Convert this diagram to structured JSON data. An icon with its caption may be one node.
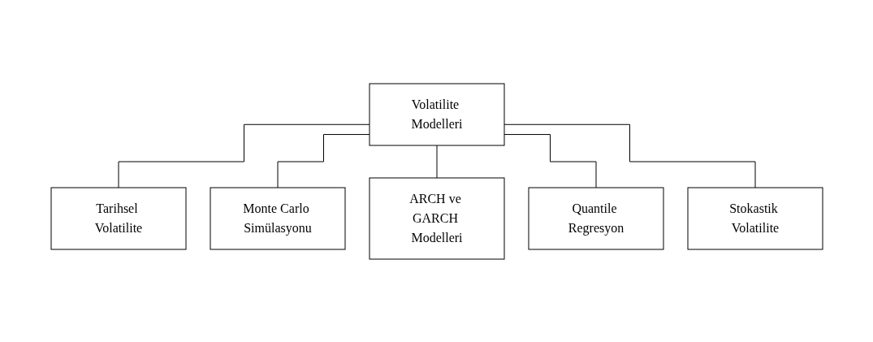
{
  "diagram": {
    "nodes": [
      {
        "text": [
          "Volatilite Modelleri"
        ]
      },
      {
        "text": [
          "Tarihsel Volatilite"
        ]
      },
      {
        "text": [
          "Monte Carlo Simülasyonu"
        ]
      },
      {
        "text": [
          "ARCH ve GARCH Modelleri"
        ]
      },
      {
        "text": [
          "Quantile Regresyon"
        ]
      },
      {
        "text": [
          "Stokastik Volatilite"
        ]
      }
    ],
    "edges": [
      {
        "from": 0,
        "to": 1,
        "arrow": "none"
      },
      {
        "from": 0,
        "to": 2,
        "arrow": "none"
      },
      {
        "from": 0,
        "to": 3,
        "arrow": "none"
      },
      {
        "from": 0,
        "to": 4,
        "arrow": "none"
      },
      {
        "from": 0,
        "to": 5,
        "arrow": "none"
      }
    ]
  }
}
